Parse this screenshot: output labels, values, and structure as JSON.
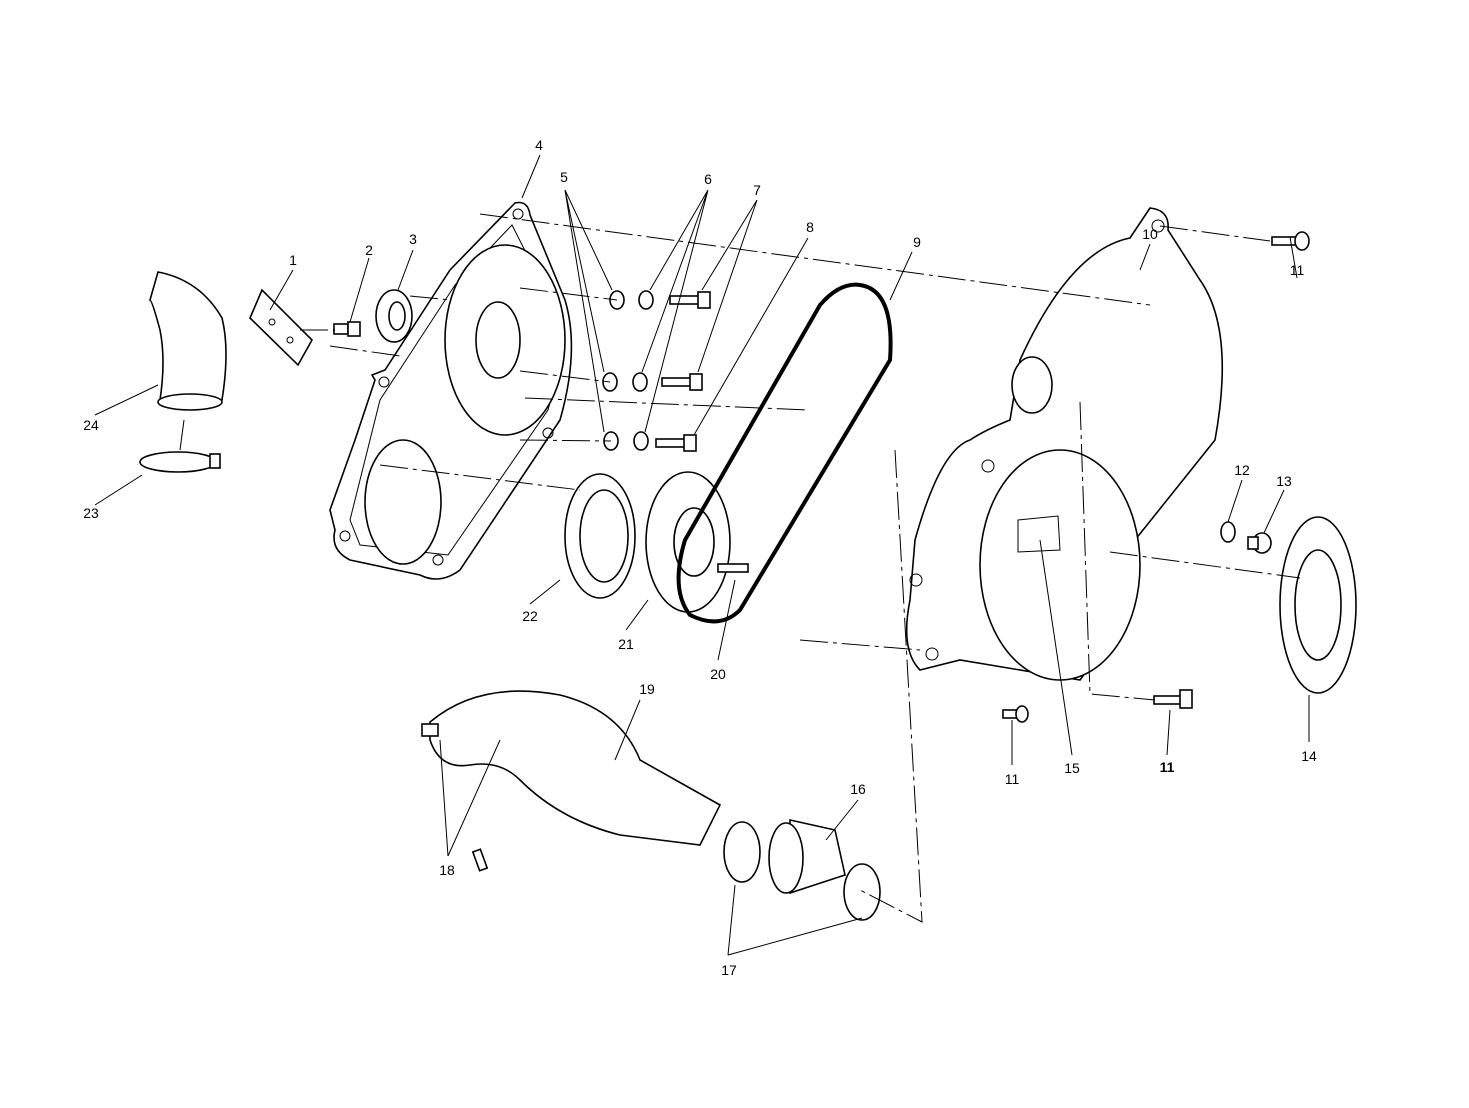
{
  "diagram": {
    "type": "exploded parts diagram",
    "callouts": [
      "1",
      "2",
      "3",
      "4",
      "5",
      "6",
      "7",
      "8",
      "9",
      "10",
      "11",
      "12",
      "13",
      "14",
      "15",
      "11",
      "11",
      "16",
      "17",
      "18",
      "19",
      "20",
      "21",
      "22",
      "23",
      "24"
    ]
  }
}
